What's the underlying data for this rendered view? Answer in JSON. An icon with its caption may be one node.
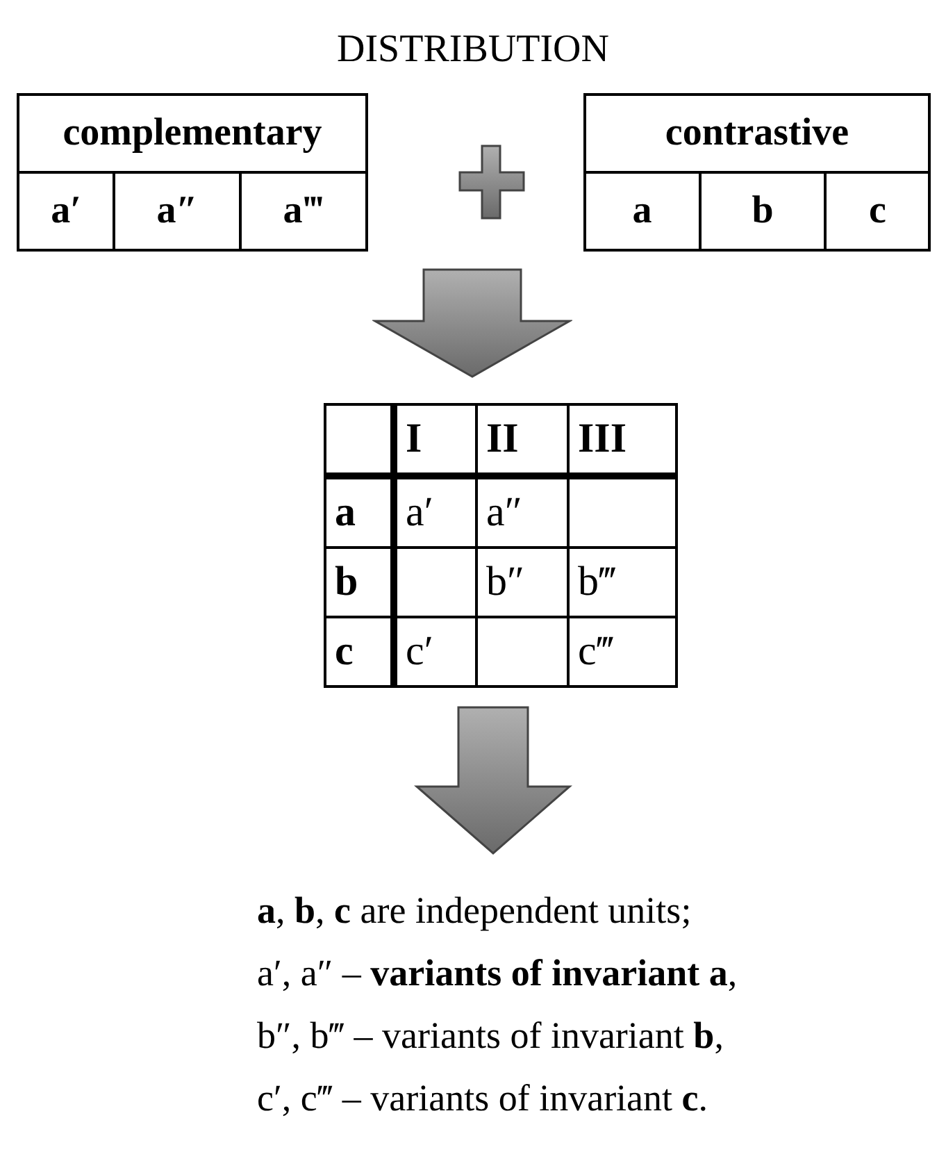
{
  "diagram": {
    "title": "DISTRIBUTION",
    "labels": [
      "complementary",
      "a′",
      "a″",
      "a‴",
      "contrastive",
      "a",
      "b",
      "c",
      "I",
      "II",
      "III",
      "a",
      "a′",
      "a″",
      "b",
      "b″",
      "b‴",
      "c",
      "c′",
      "c‴",
      "**a**, **b**, **c** are independent units;",
      "a′, a″ – **variants of invariant a**,",
      "b″, b‴ – variants of invariant **b**,",
      "c′, c‴ – variants of invariant **c**."
    ]
  }
}
